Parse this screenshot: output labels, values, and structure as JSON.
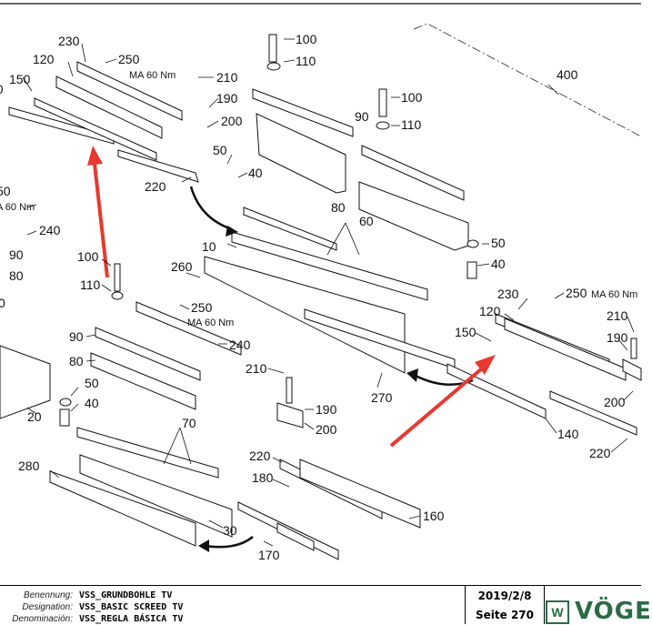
{
  "labels": {
    "l400": "400",
    "l100a": "100",
    "l110a": "110",
    "l100b": "100",
    "l110b": "110",
    "l90a": "90",
    "l80a": "80",
    "l230a": "230",
    "l250a": "250",
    "l250a_torque": "MA 60 Nm",
    "l120a": "120",
    "l150a": "150",
    "l160a_cut": "60",
    "l210a": "210",
    "l190a": "190",
    "l200a": "200",
    "l50a": "50",
    "l40a": "40",
    "l220a": "220",
    "l60a": "60",
    "l10": "10",
    "l260": "260",
    "l50b": "50",
    "l40b": "40",
    "l50left": "50",
    "l50left_torque": "A 60 Nm",
    "l240a": "240",
    "l90left": "90",
    "l80left": "80",
    "l0left": "0",
    "l100c": "100",
    "l110c": "110",
    "l250b": "250",
    "l250b_torque": "MA 60 Nm",
    "l240b": "240",
    "l90b": "90",
    "l80b": "80",
    "l50c": "50",
    "l40c": "40",
    "l70": "70",
    "l20": "20",
    "l280": "280",
    "l30": "30",
    "l170": "170",
    "l210b": "210",
    "l190b": "190",
    "l200b": "200",
    "l220b": "220",
    "l180": "180",
    "l160": "160",
    "l270": "270",
    "l230b": "230",
    "l250c": "250",
    "l250c_torque": "MA 60 Nm",
    "l120b": "120",
    "l150b": "150",
    "l210c": "210",
    "l190c": "190",
    "l200c": "200",
    "l140": "140",
    "l220c": "220"
  },
  "titleblock": {
    "benennung_key": "Benennung:",
    "benennung_val": "VSS_GRUNDBOHLE TV",
    "designation_key": "Designation:",
    "designation_val": "VSS_BASIC SCREED TV",
    "denominacion_key": "Denominación:",
    "denominacion_val": "VSS_REGLA BÁSICA TV",
    "date": "2019/2/8",
    "page": "Seite 270",
    "logo_text": "VÖGE"
  },
  "colors": {
    "annotation_arrow": "#e8382f",
    "logo": "#2a6b45"
  }
}
